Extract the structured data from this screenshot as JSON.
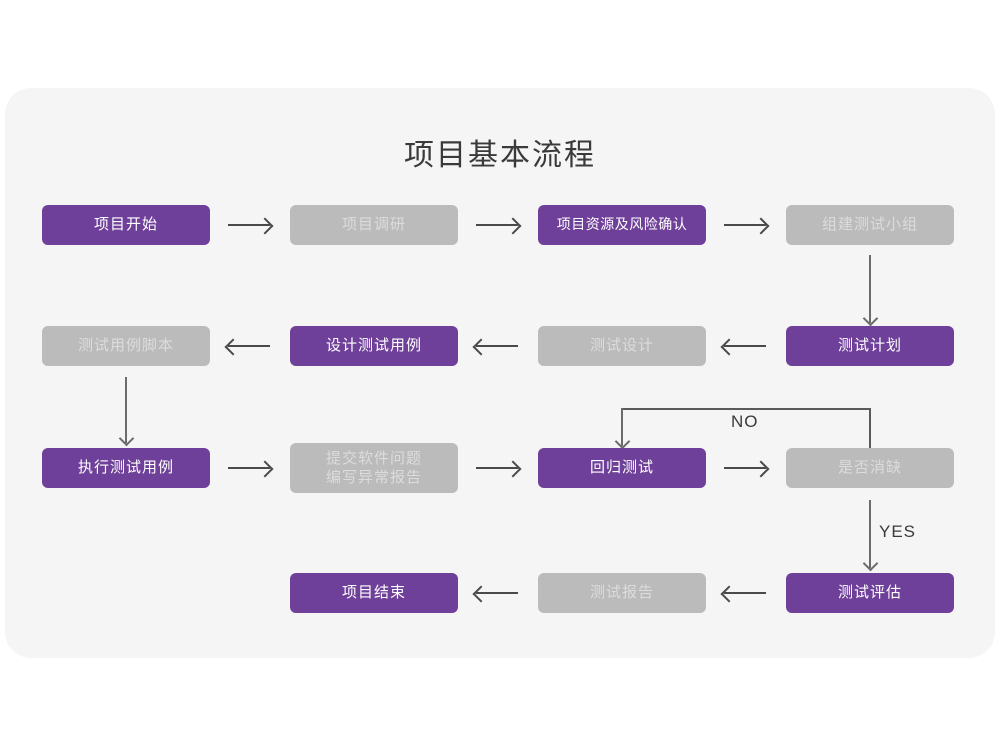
{
  "card": {
    "background_color": "#f5f5f5",
    "page_background_color": "#ffffff"
  },
  "header": {
    "title": "项目基本流程"
  },
  "theme": {
    "active_color": "#6f4099",
    "inactive_color": "#bbbbbb",
    "active_text_color": "#ffffff",
    "inactive_text_color": "#dcdcdc",
    "arrow_color": "#4a4a4a",
    "title_color": "#3a3a3a"
  },
  "flow": {
    "rows": [
      {
        "row_name": "row-1",
        "nodes": [
          {
            "label": "项目开始",
            "state": "active"
          },
          {
            "label": "项目调研",
            "state": "inactive"
          },
          {
            "label": "项目资源及风险确认",
            "state": "active"
          },
          {
            "label": "组建测试小组",
            "state": "inactive"
          }
        ]
      },
      {
        "row_name": "row-2",
        "nodes": [
          {
            "label": "测试用例脚本",
            "state": "inactive"
          },
          {
            "label": "设计测试用例",
            "state": "active"
          },
          {
            "label": "测试设计",
            "state": "inactive"
          },
          {
            "label": "测试计划",
            "state": "active"
          }
        ]
      },
      {
        "row_name": "row-3",
        "nodes": [
          {
            "label": "执行测试用例",
            "state": "active"
          },
          {
            "label": "提交软件问题\n编写异常报告",
            "state": "inactive"
          },
          {
            "label": "回归测试",
            "state": "active"
          },
          {
            "label": "是否消缺",
            "state": "inactive"
          }
        ]
      },
      {
        "row_name": "row-4",
        "nodes": [
          {
            "label": "项目结束",
            "state": "active"
          },
          {
            "label": "测试报告",
            "state": "inactive"
          },
          {
            "label": "测试评估",
            "state": "active"
          }
        ]
      }
    ],
    "edge_labels": {
      "no": "NO",
      "yes": "YES"
    }
  }
}
